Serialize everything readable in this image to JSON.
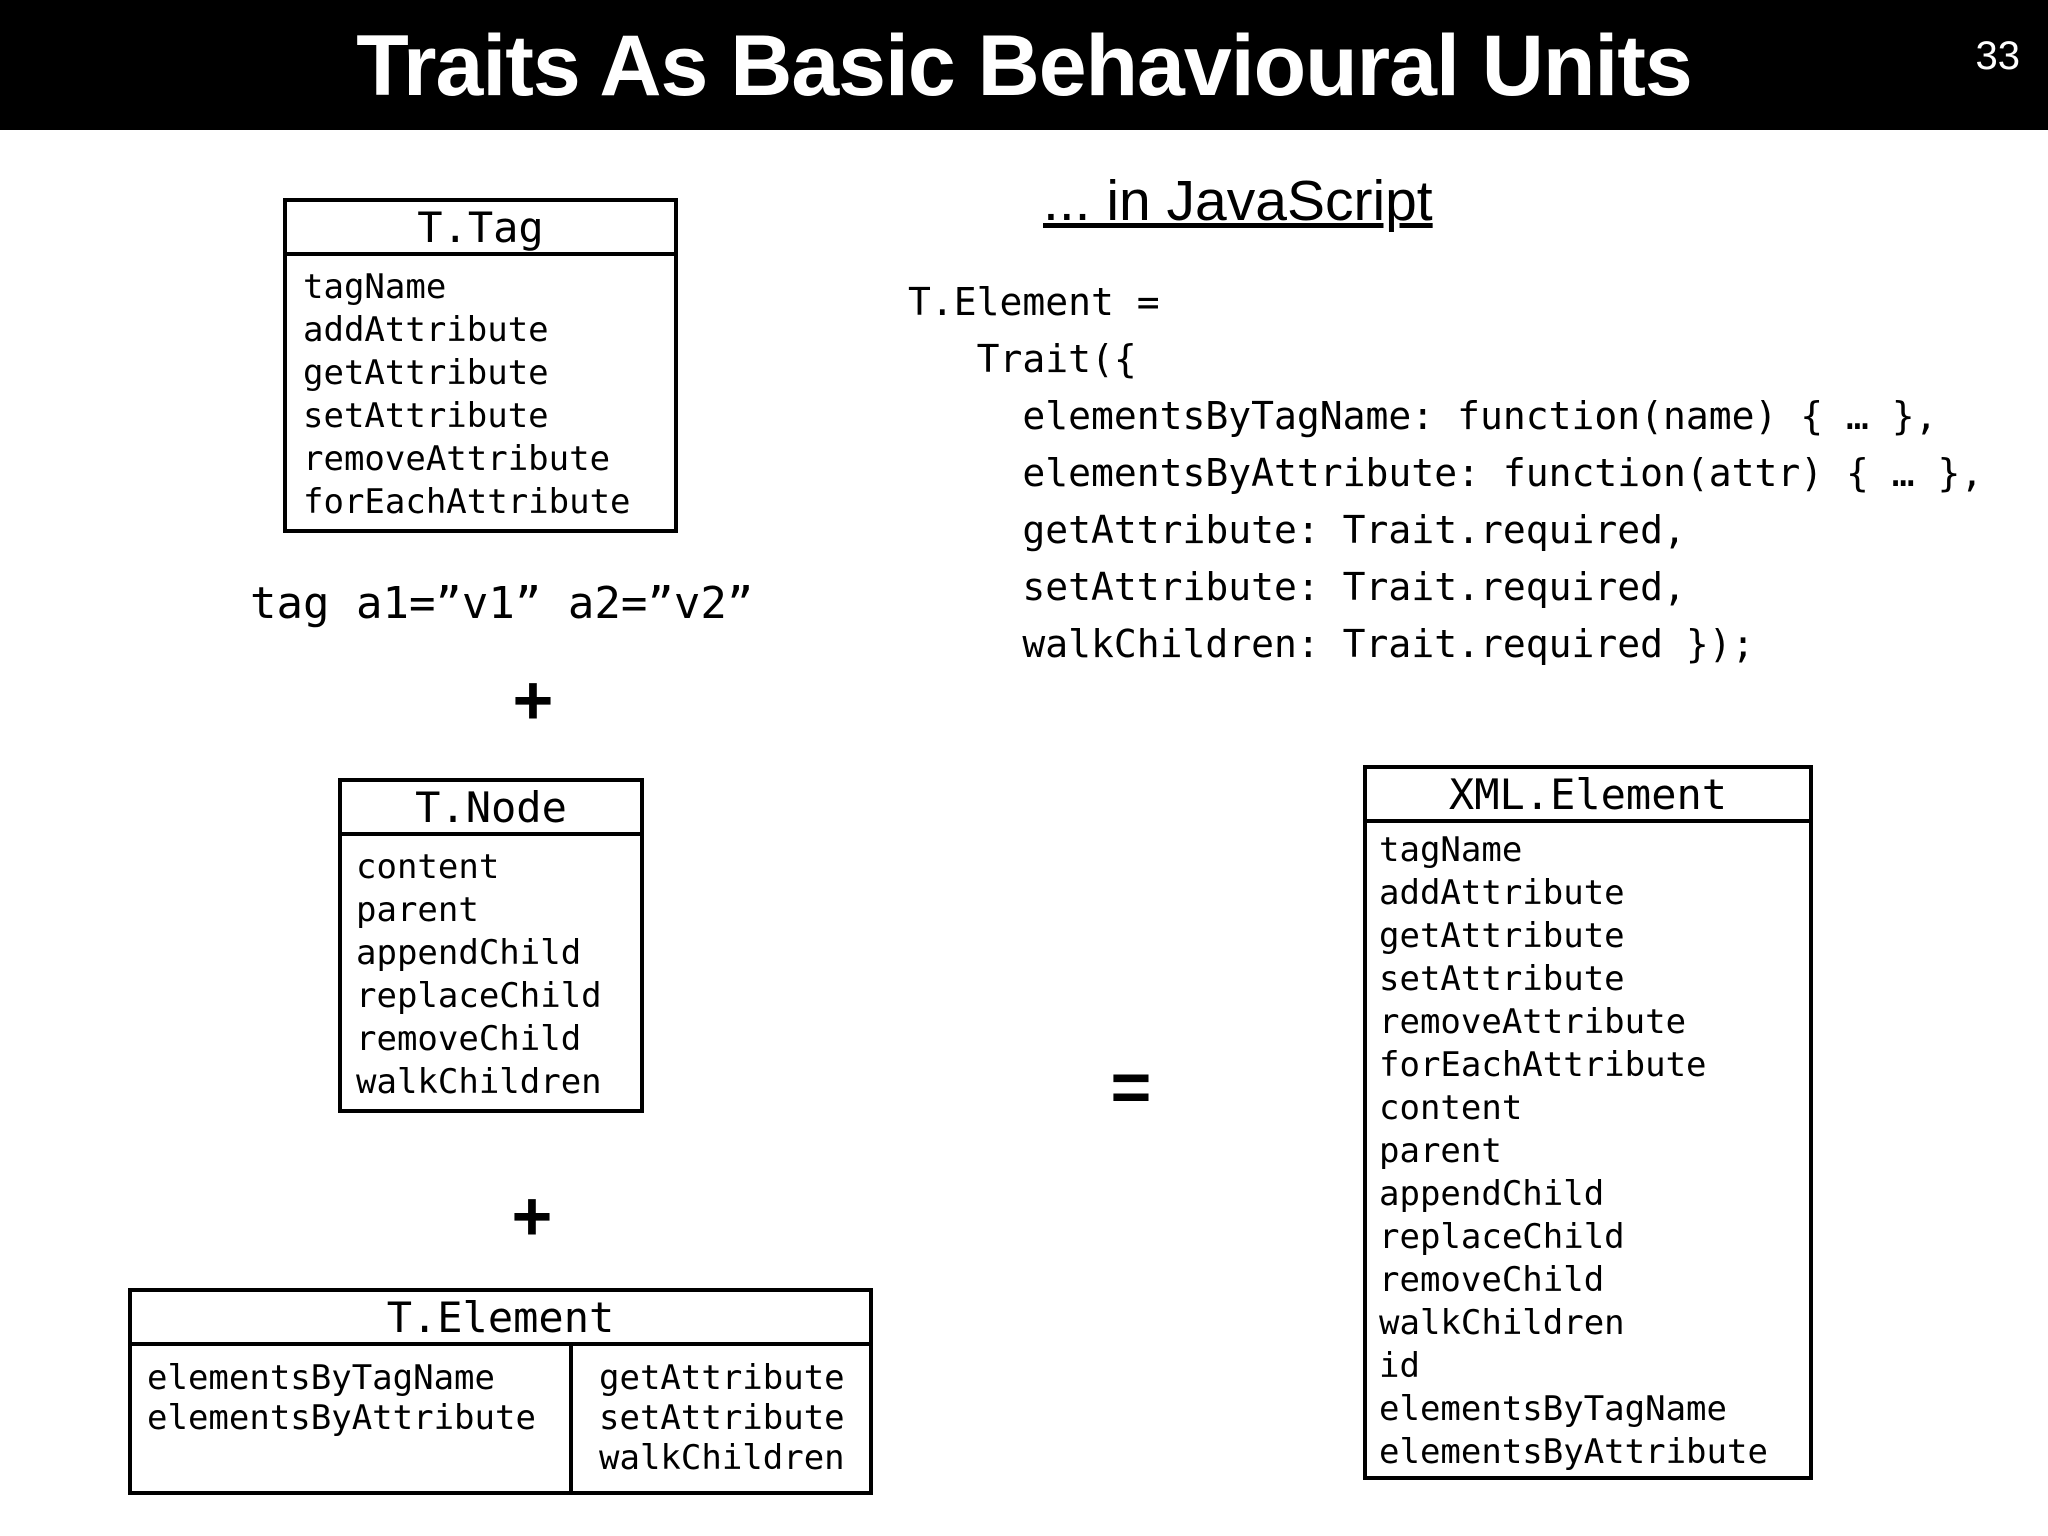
{
  "slide": {
    "title": "Traits As Basic Behavioural Units",
    "page_number": "33"
  },
  "boxes": {
    "t_tag": {
      "title": "T.Tag",
      "members": [
        "tagName",
        "addAttribute",
        "getAttribute",
        "setAttribute",
        "removeAttribute",
        "forEachAttribute"
      ]
    },
    "t_node": {
      "title": "T.Node",
      "members": [
        "content",
        "parent",
        "appendChild",
        "replaceChild",
        "removeChild",
        "walkChildren"
      ]
    },
    "t_element": {
      "title": "T.Element",
      "left_members": [
        "elementsByTagName",
        "elementsByAttribute"
      ],
      "right_members": [
        "getAttribute",
        "setAttribute",
        "walkChildren"
      ]
    },
    "xml_element": {
      "title": "XML.Element",
      "members": [
        "tagName",
        "addAttribute",
        "getAttribute",
        "setAttribute",
        "removeAttribute",
        "forEachAttribute",
        "content",
        "parent",
        "appendChild",
        "replaceChild",
        "removeChild",
        "walkChildren",
        "id",
        "elementsByTagName",
        "elementsByAttribute"
      ]
    }
  },
  "annotations": {
    "tag_example": "tag a1=”v1” a2=”v2”",
    "plus_top": "+",
    "plus_bottom": "+",
    "equals": "="
  },
  "javascript_panel": {
    "heading": "... in JavaScript",
    "code_lines": [
      "T.Element =",
      "   Trait({",
      "     elementsByTagName: function(name) { … },",
      "     elementsByAttribute: function(attr) { … },",
      "     getAttribute: Trait.required,",
      "     setAttribute: Trait.required,",
      "     walkChildren: Trait.required });"
    ]
  },
  "colors": {
    "header_bg": "#000000",
    "header_text": "#ffffff",
    "body_bg": "#ffffff",
    "text": "#000000"
  }
}
